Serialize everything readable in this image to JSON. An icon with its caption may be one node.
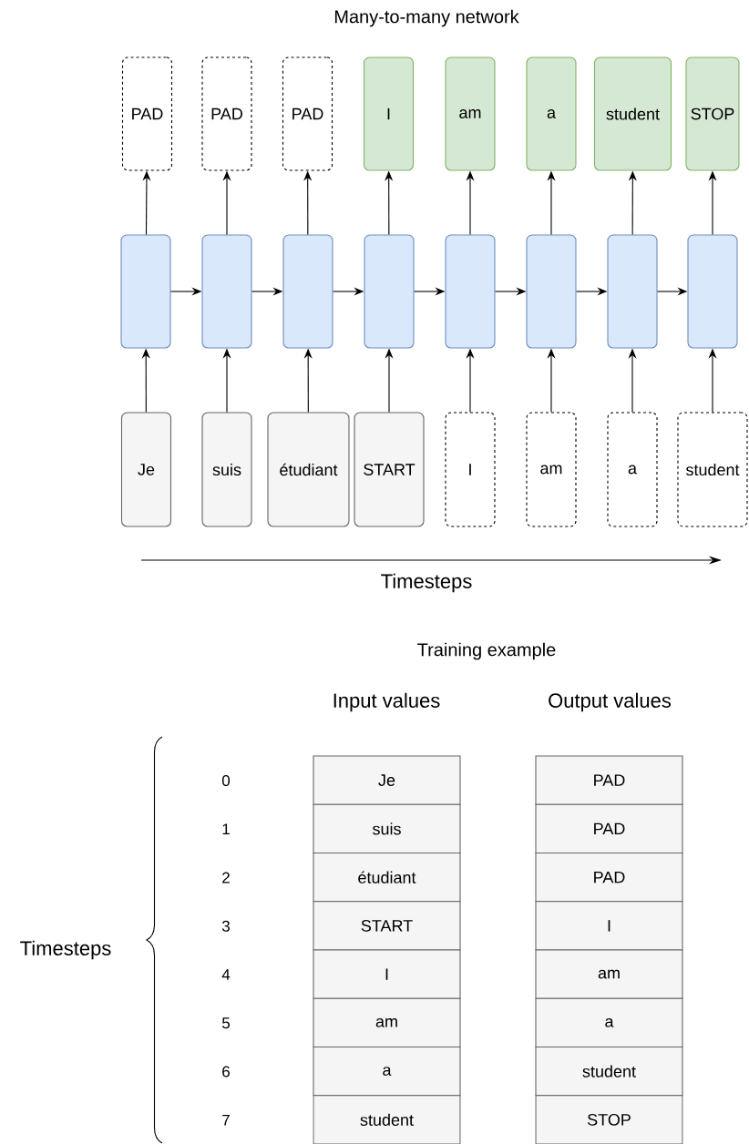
{
  "diagram": {
    "title": "Many-to-many network",
    "nodes": [
      {
        "text": [
          "PAD"
        ]
      },
      {
        "text": [
          "PAD"
        ]
      },
      {
        "text": [
          "PAD"
        ]
      },
      {
        "text": [
          "I"
        ]
      },
      {
        "text": [
          "am"
        ]
      },
      {
        "text": [
          "a"
        ]
      },
      {
        "text": [
          "student"
        ]
      },
      {
        "text": [
          "STOP"
        ]
      },
      {
        "text": [],
        "shape": "box"
      },
      {
        "text": [],
        "shape": "box"
      },
      {
        "text": [],
        "shape": "box"
      },
      {
        "text": [],
        "shape": "box"
      },
      {
        "text": [],
        "shape": "box"
      },
      {
        "text": [],
        "shape": "box"
      },
      {
        "text": [],
        "shape": "box"
      },
      {
        "text": [],
        "shape": "box"
      },
      {
        "text": [
          "Je"
        ]
      },
      {
        "text": [
          "suis"
        ]
      },
      {
        "text": [
          "étudiant"
        ]
      },
      {
        "text": [
          "START"
        ]
      },
      {
        "text": [
          "I"
        ]
      },
      {
        "text": [
          "am"
        ]
      },
      {
        "text": [
          "a"
        ]
      },
      {
        "text": [
          "student"
        ]
      },
      {
        "text": [
          "Je"
        ]
      },
      {
        "text": [
          "PAD"
        ]
      },
      {
        "text": [
          "suis"
        ]
      },
      {
        "text": [
          "PAD"
        ]
      },
      {
        "text": [
          "étudiant"
        ]
      },
      {
        "text": [
          "PAD"
        ]
      },
      {
        "text": [
          "START"
        ]
      },
      {
        "text": [
          "I"
        ]
      },
      {
        "text": [
          "I"
        ]
      },
      {
        "text": [
          "am"
        ]
      },
      {
        "text": [
          "am"
        ]
      },
      {
        "text": [
          "a"
        ]
      },
      {
        "text": [
          "a"
        ]
      },
      {
        "text": [
          "student"
        ]
      },
      {
        "text": [
          "student"
        ]
      },
      {
        "text": [
          "STOP"
        ]
      }
    ],
    "edges": [
      {
        "from": 8,
        "to": 0,
        "arrow": "to"
      },
      {
        "from": 9,
        "to": 1,
        "arrow": "to"
      },
      {
        "from": 10,
        "to": 2,
        "arrow": "to"
      },
      {
        "from": 11,
        "to": 3,
        "arrow": "to"
      },
      {
        "from": 12,
        "to": 4,
        "arrow": "to"
      },
      {
        "from": 13,
        "to": 5,
        "arrow": "to"
      },
      {
        "from": 14,
        "to": 6,
        "arrow": "to"
      },
      {
        "from": 15,
        "to": 7,
        "arrow": "to"
      },
      {
        "from": 8,
        "to": 9,
        "arrow": "to"
      },
      {
        "from": 9,
        "to": 10,
        "arrow": "to"
      },
      {
        "from": 10,
        "to": 11,
        "arrow": "to"
      },
      {
        "from": 11,
        "to": 12,
        "arrow": "to"
      },
      {
        "from": 12,
        "to": 13,
        "arrow": "to"
      },
      {
        "from": 13,
        "to": 14,
        "arrow": "to"
      },
      {
        "from": 14,
        "to": 15,
        "arrow": "to"
      },
      {
        "from": 16,
        "to": 8,
        "arrow": "to"
      },
      {
        "from": 17,
        "to": 9,
        "arrow": "to"
      },
      {
        "from": 18,
        "to": 10,
        "arrow": "to"
      },
      {
        "from": 19,
        "to": 11,
        "arrow": "to"
      },
      {
        "from": 20,
        "to": 12,
        "arrow": "to"
      },
      {
        "from": 21,
        "to": 13,
        "arrow": "to"
      },
      {
        "from": 22,
        "to": 14,
        "arrow": "to"
      },
      {
        "from": 23,
        "to": 15,
        "arrow": "to"
      }
    ],
    "labels": [
      "Timesteps",
      "Training example",
      "Input values",
      "Output values",
      "0",
      "1",
      "2",
      "3",
      "4",
      "5",
      "6",
      "7",
      "Timesteps"
    ]
  }
}
